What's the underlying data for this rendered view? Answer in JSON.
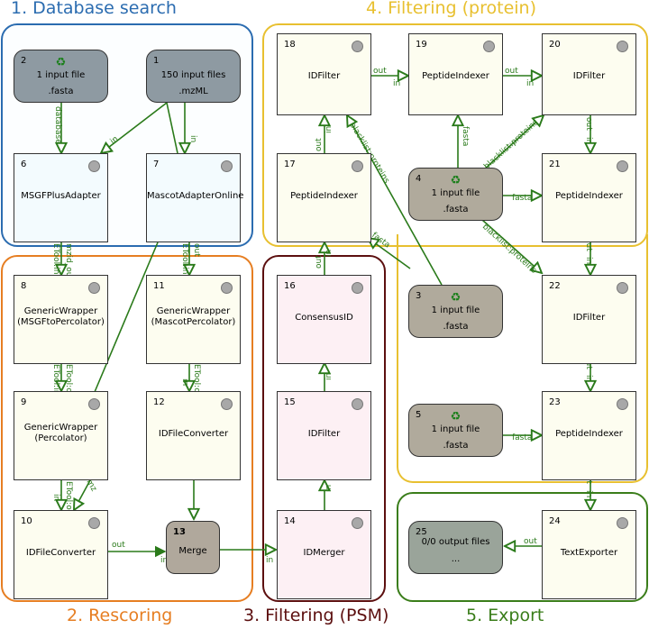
{
  "groups": {
    "database_search": {
      "title": "1. Database search",
      "color": "#2b6cb0"
    },
    "rescoring": {
      "title": "2. Rescoring",
      "color": "#e67e22"
    },
    "filtering_psm": {
      "title": "3. Filtering (PSM)",
      "color": "#5c0f0f"
    },
    "filtering_protein": {
      "title": "4. Filtering (protein)",
      "color": "#e8c030"
    },
    "export": {
      "title": "5. Export",
      "color": "#3a7d1a"
    }
  },
  "colors": {
    "tool_yellow": "#fdfdf0",
    "tool_blue": "#f3fbfe",
    "tool_pink": "#fdf0f4",
    "input_gray": "#8e9aa2",
    "input_taupe": "#b0aa9c",
    "merge_taupe": "#b0a89c",
    "output_green": "#9aa49a",
    "edge": "#2a7a1a",
    "recycle_icon": "#1a7f1a"
  },
  "nodes": {
    "n1": {
      "num": "1",
      "count": "150 input files",
      "ext": ".mzML"
    },
    "n2": {
      "num": "2",
      "count": "1 input file",
      "ext": ".fasta"
    },
    "n3": {
      "num": "3",
      "count": "1 input file",
      "ext": ".fasta"
    },
    "n4": {
      "num": "4",
      "count": "1 input file",
      "ext": ".fasta"
    },
    "n5": {
      "num": "5",
      "count": "1 input file",
      "ext": ".fasta"
    },
    "n6": {
      "num": "6",
      "name": "MSGFPlusAdapter"
    },
    "n7": {
      "num": "7",
      "name": "MascotAdapterOnline"
    },
    "n8": {
      "num": "8",
      "name": "GenericWrapper",
      "sub": "(MSGFtoPercolator)"
    },
    "n9": {
      "num": "9",
      "name": "GenericWrapper",
      "sub": "(Percolator)"
    },
    "n10": {
      "num": "10",
      "name": "IDFileConverter"
    },
    "n11": {
      "num": "11",
      "name": "GenericWrapper",
      "sub": "(MascotPercolator)"
    },
    "n12": {
      "num": "12",
      "name": "IDFileConverter"
    },
    "n13": {
      "num": "13",
      "name": "Merge"
    },
    "n14": {
      "num": "14",
      "name": "IDMerger"
    },
    "n15": {
      "num": "15",
      "name": "IDFilter"
    },
    "n16": {
      "num": "16",
      "name": "ConsensusID"
    },
    "n17": {
      "num": "17",
      "name": "PeptideIndexer"
    },
    "n18": {
      "num": "18",
      "name": "IDFilter"
    },
    "n19": {
      "num": "19",
      "name": "PeptideIndexer"
    },
    "n20": {
      "num": "20",
      "name": "IDFilter"
    },
    "n21": {
      "num": "21",
      "name": "PeptideIndexer"
    },
    "n22": {
      "num": "22",
      "name": "IDFilter"
    },
    "n23": {
      "num": "23",
      "name": "PeptideIndexer"
    },
    "n24": {
      "num": "24",
      "name": "TextExporter"
    },
    "n25": {
      "num": "25",
      "count": "0/0 output files",
      "ext": "..."
    }
  },
  "edge_labels": {
    "database": "database",
    "in": "in",
    "out": "out",
    "fasta": "fasta",
    "mzid_out": "mzid_out",
    "etool_in": "ETool:in",
    "etool_out": "ETool:out",
    "mz": "mz",
    "blacklist_proteins": "blacklist:proteins"
  }
}
